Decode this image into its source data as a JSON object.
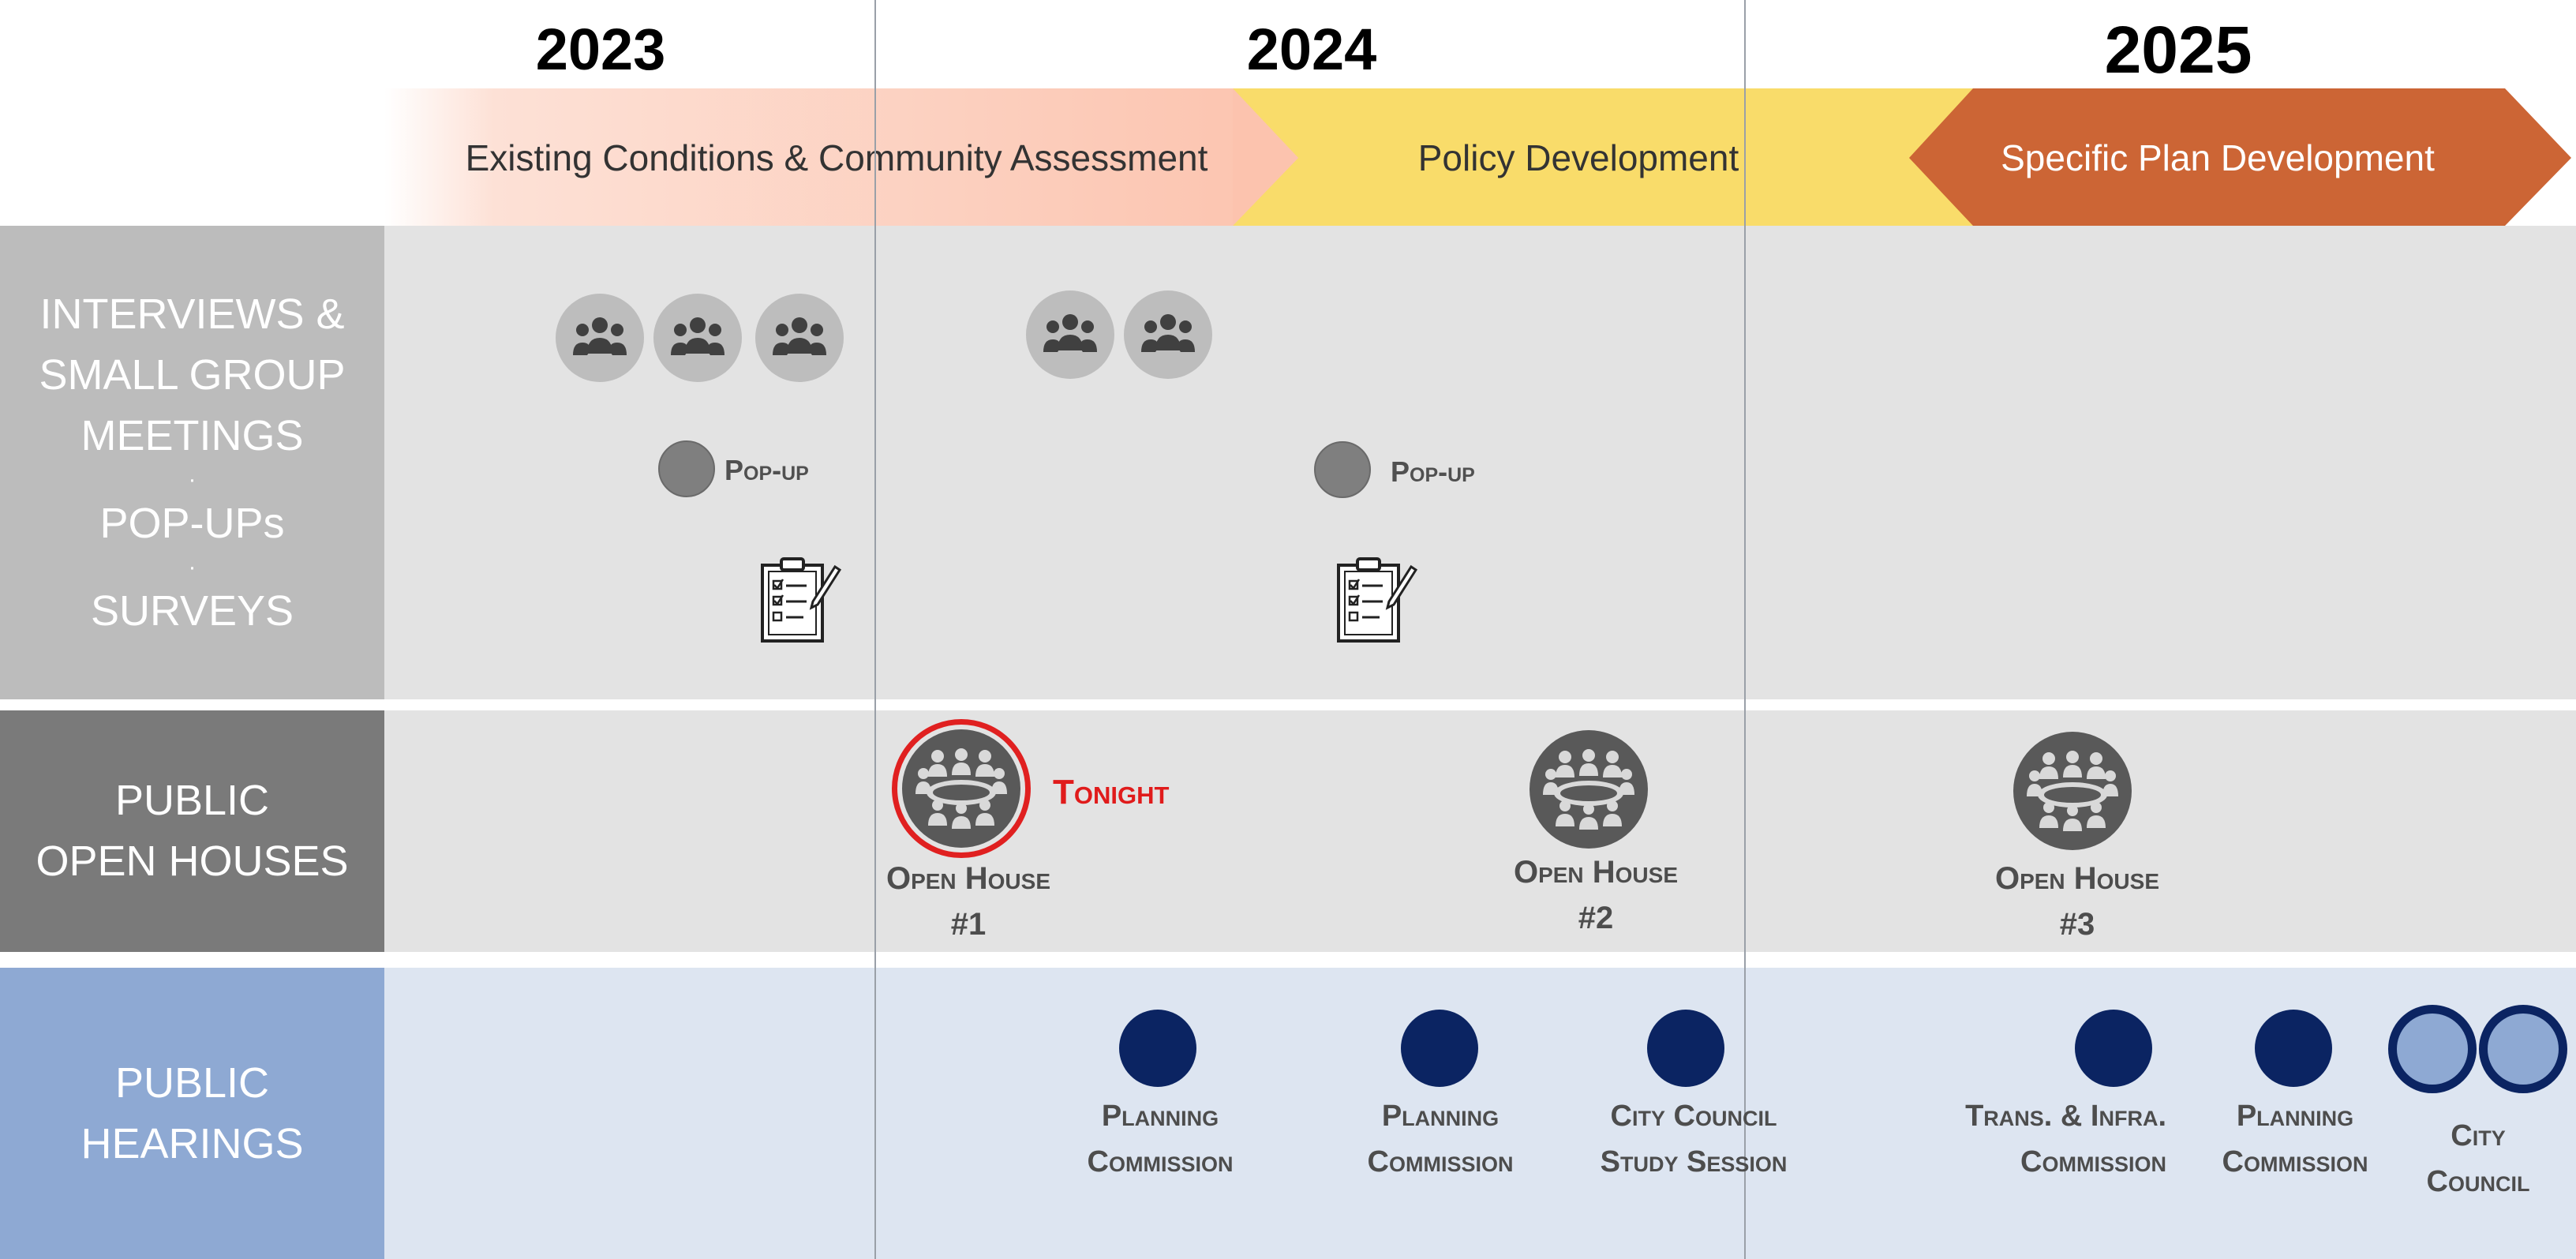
{
  "years": [
    "2023",
    "2024",
    "2025"
  ],
  "phases": [
    {
      "label": "Existing Conditions & Community Assessment",
      "color": "#fcc4b0"
    },
    {
      "label": "Policy Development",
      "color": "#f9dc6a"
    },
    {
      "label": "Specific Plan Development",
      "color": "#cc6535"
    }
  ],
  "rows": {
    "engagement": {
      "lines": [
        "INTERVIEWS &",
        "SMALL GROUP",
        "MEETINGS",
        "·",
        "POP-UPs",
        "·",
        "SURVEYS"
      ],
      "color": "#bcbcbc"
    },
    "open_houses": {
      "lines": [
        "PUBLIC",
        "OPEN HOUSES"
      ],
      "color": "#7a7a7a"
    },
    "hearings": {
      "lines": [
        "PUBLIC",
        "HEARINGS"
      ],
      "color": "#8ea9d3"
    }
  },
  "popups": [
    "Pop-up",
    "Pop-up"
  ],
  "open_houses": [
    {
      "line1": "Open House",
      "line2": "#1",
      "badge": "Tonight"
    },
    {
      "line1": "Open House",
      "line2": "#2"
    },
    {
      "line1": "Open House",
      "line2": "#3"
    }
  ],
  "hearings": [
    {
      "line1": "Planning",
      "line2": "Commission"
    },
    {
      "line1": "Planning",
      "line2": "Commission"
    },
    {
      "line1": "City Council",
      "line2": "Study Session"
    },
    {
      "line1": "Trans. & Infra.",
      "line2": "Commission"
    },
    {
      "line1": "Planning",
      "line2": "Commission"
    },
    {
      "line1": "City",
      "line2": "Council"
    }
  ],
  "icons": {
    "group_meeting": "group-meeting-icon",
    "popup": "popup-dot-icon",
    "survey": "clipboard-survey-icon",
    "open_house": "open-house-icon",
    "hearing": "hearing-dot-icon"
  },
  "colors": {
    "band_light": "#e3e3e3",
    "band_blue": "#dde5f1",
    "navy": "#0b2462",
    "tonight_red": "#e01b1b"
  }
}
